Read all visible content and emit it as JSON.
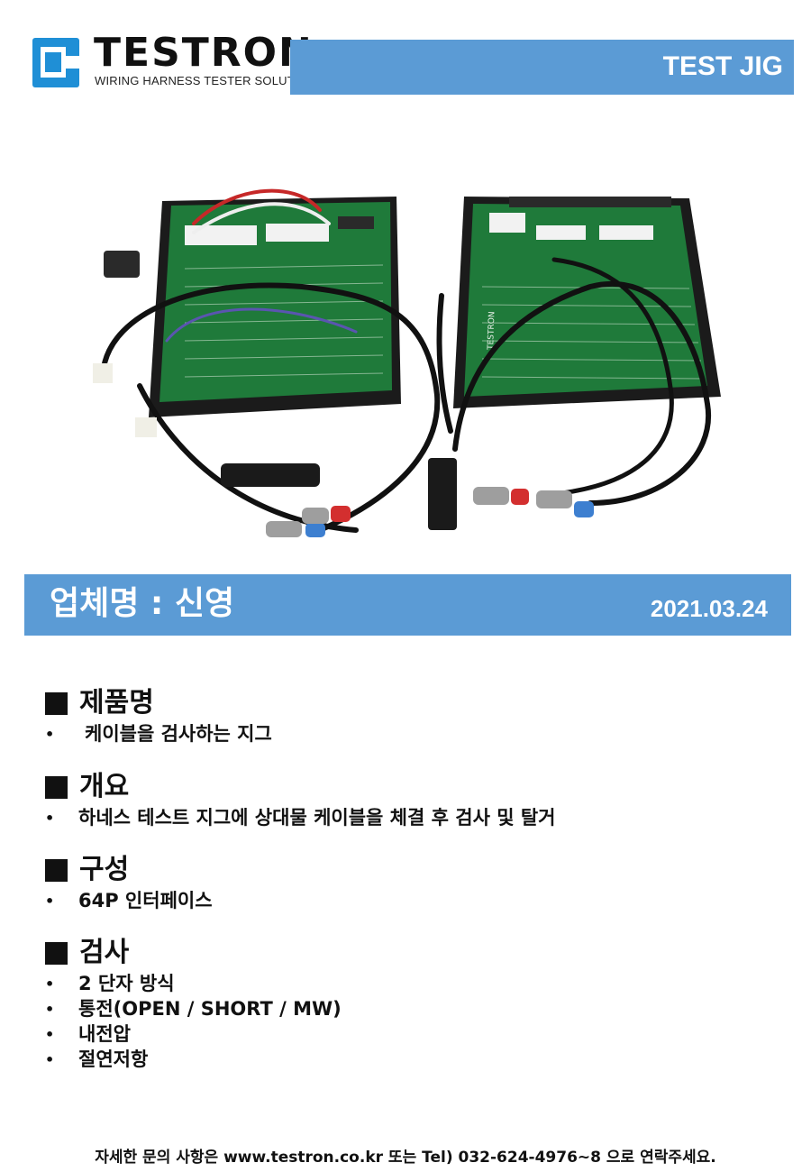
{
  "header": {
    "brand": "TESTRON",
    "tagline": "WIRING HARNESS TESTER SOLUTIONS",
    "doc_type": "TEST JIG"
  },
  "banner": {
    "company": "업체명 : 신영",
    "date": "2021.03.24"
  },
  "sections": [
    {
      "title": "제품명",
      "items": [
        "케이블을 검사하는 지그"
      ]
    },
    {
      "title": "개요",
      "items": [
        "하네스 테스트 지그에 상대물 케이블을 체결 후 검사 및 탈거"
      ]
    },
    {
      "title": "구성",
      "items": [
        "64P 인터페이스"
      ]
    },
    {
      "title": "검사",
      "items": [
        "2 단자 방식",
        "통전(OPEN / SHORT / MW)",
        "내전압",
        "절연저항"
      ]
    }
  ],
  "board_label": "TESTRON",
  "footer": "자세한 문의 사항은 www.testron.co.kr 또는 Tel) 032-624-4976~8 으로 연락주세요.",
  "colors": {
    "accent_blue": "#5b9bd5",
    "logo_blue": "#1f8fd6",
    "pcb_green": "#1f7a3a"
  }
}
